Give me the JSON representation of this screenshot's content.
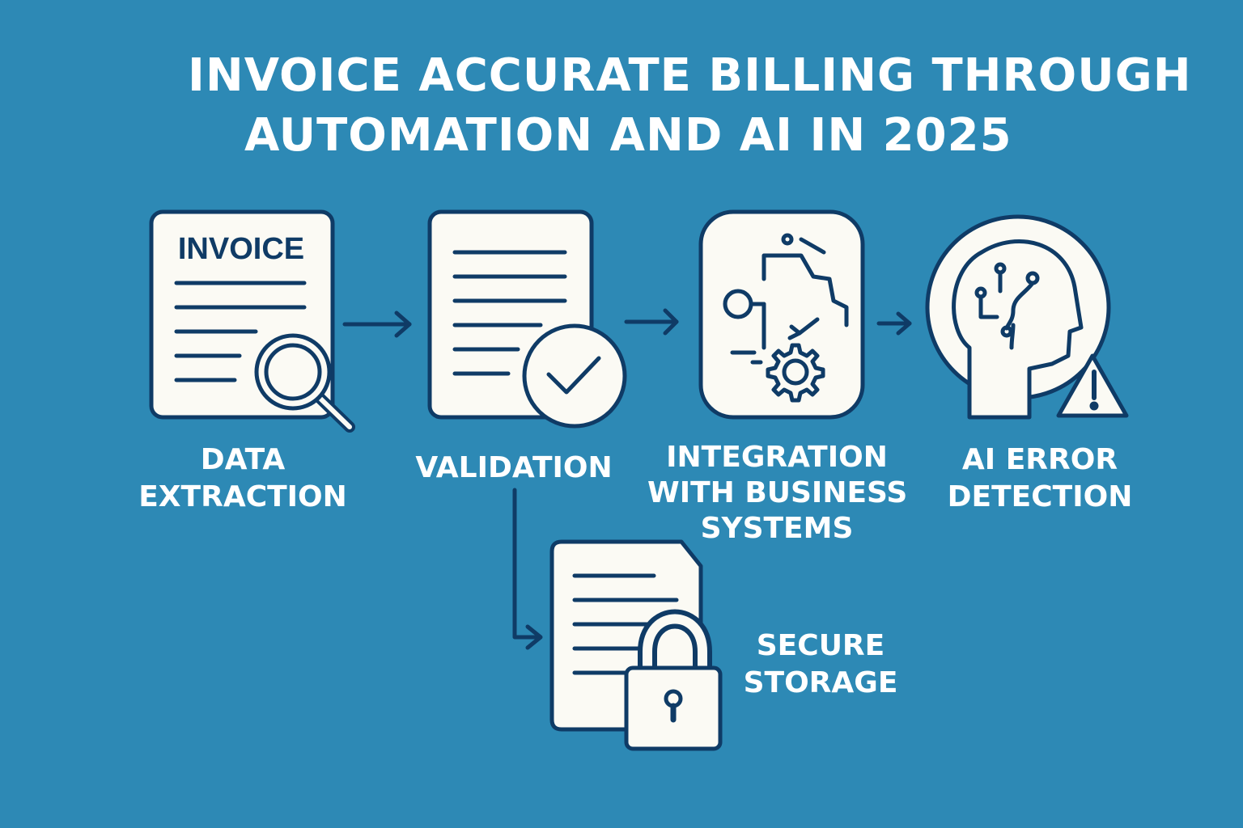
{
  "title": {
    "line1": "INVOICE ACCURATE BILLING THROUGH",
    "line2": "AUTOMATION AND AI IN 2025"
  },
  "colors": {
    "background": "#2d89b5",
    "icon_fill": "#fbfaf4",
    "icon_stroke": "#0f3b66",
    "text": "#ffffff"
  },
  "steps": [
    {
      "icon": "invoice-magnifier-icon",
      "icon_text": "INVOICE",
      "label_lines": [
        "DATA",
        "EXTRACTION"
      ]
    },
    {
      "icon": "document-check-icon",
      "label_lines": [
        "VALIDATION"
      ]
    },
    {
      "icon": "circuit-gear-icon",
      "label_lines": [
        "INTEGRATION",
        "WITH BUSINESS",
        "SYSTEMS"
      ]
    },
    {
      "icon": "ai-head-warning-icon",
      "label_lines": [
        "AI ERROR",
        "DETECTION"
      ]
    },
    {
      "icon": "document-lock-icon",
      "label_lines": [
        "SECURE",
        "STORAGE"
      ]
    }
  ]
}
